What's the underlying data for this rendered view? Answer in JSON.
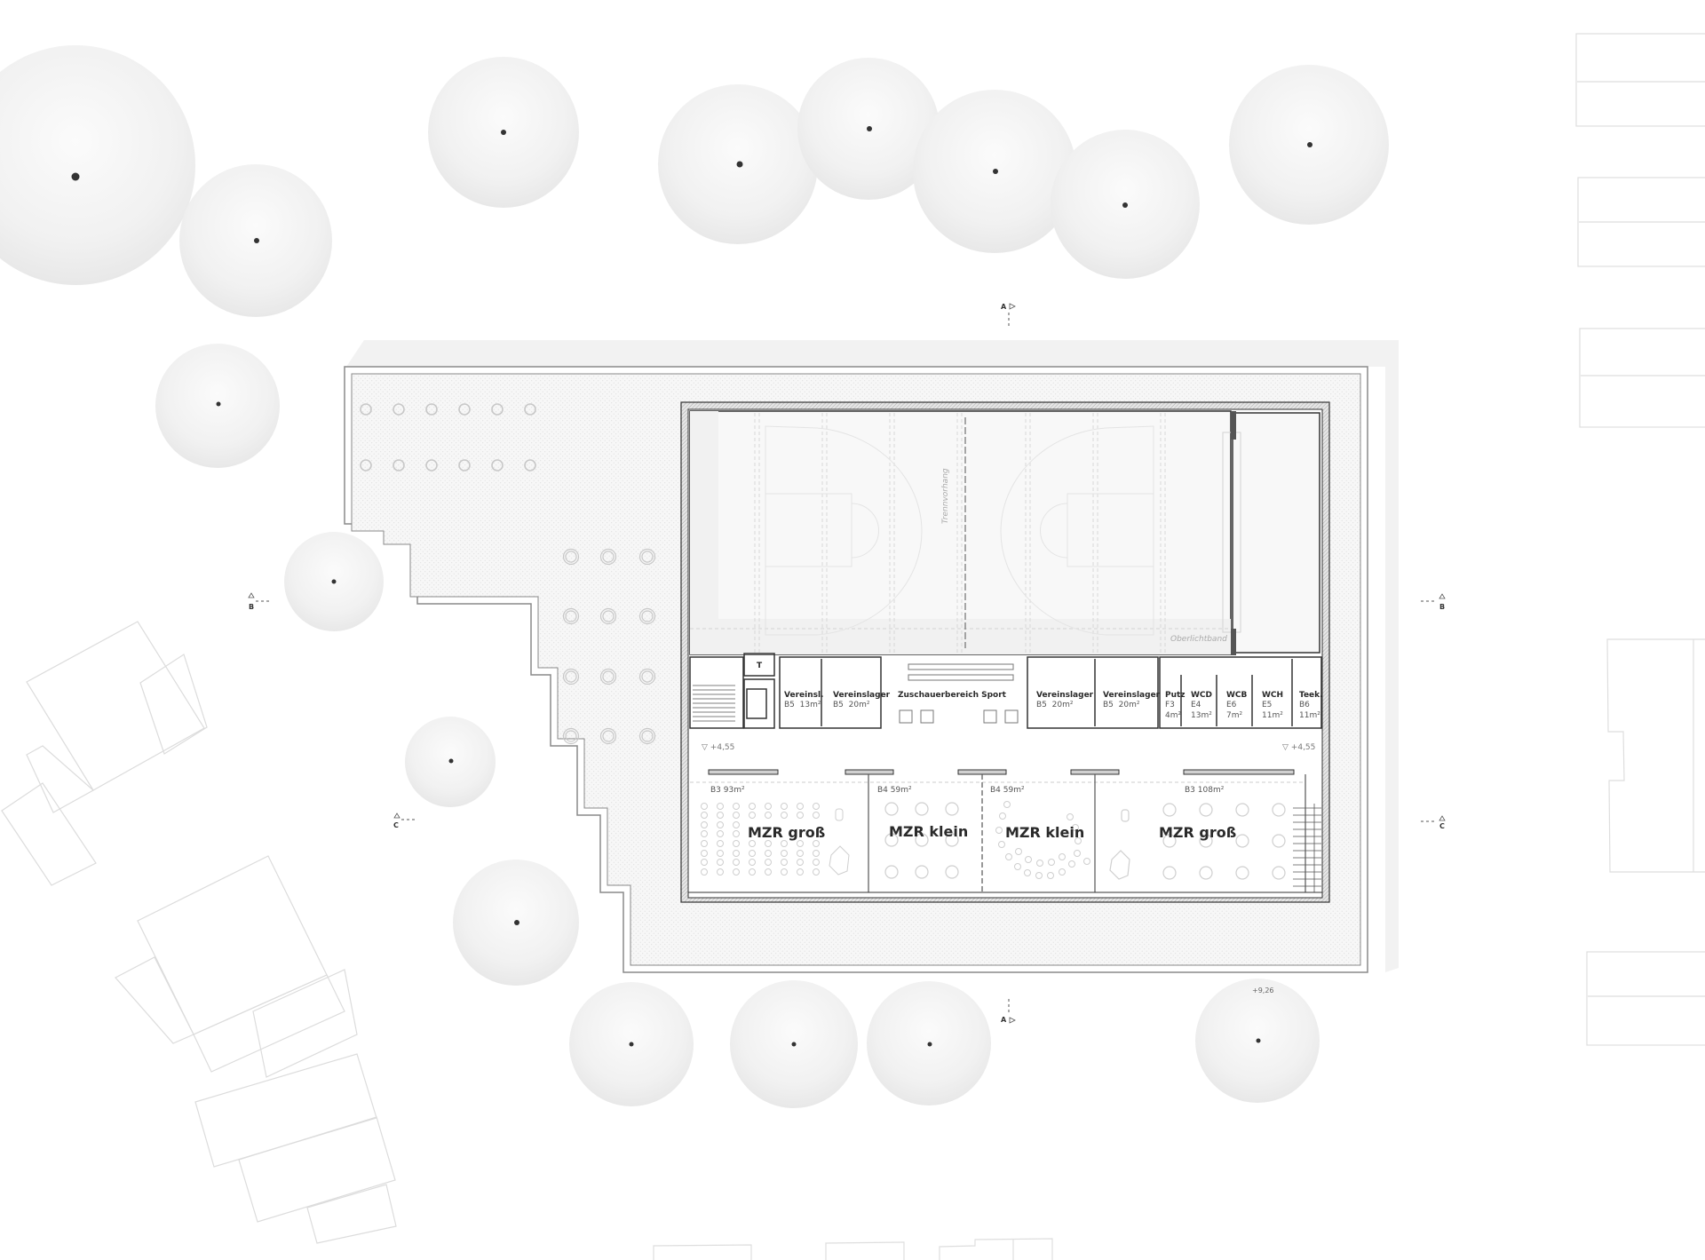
{
  "drawing": {
    "type": "architectural floor plan",
    "level_marks": [
      "+4,55",
      "+4,55"
    ],
    "spot_height": "+9,26",
    "section_marks": [
      {
        "label": "A",
        "position": "top"
      },
      {
        "label": "A",
        "position": "bottom"
      },
      {
        "label": "B",
        "position": "left"
      },
      {
        "label": "B",
        "position": "right"
      },
      {
        "label": "C",
        "position": "left"
      },
      {
        "label": "C",
        "position": "right"
      }
    ]
  },
  "hall": {
    "curtain_label": "Trennvorhang",
    "skylight_label": "Oberlichtband"
  },
  "service_rooms": [
    {
      "name": "T",
      "code": "",
      "area": ""
    },
    {
      "name": "Vereinsl.",
      "code": "B5",
      "area": "13m²"
    },
    {
      "name": "Vereinslager",
      "code": "B5",
      "area": "20m²"
    },
    {
      "name": "Zuschauerbereich Sport",
      "code": "",
      "area": ""
    },
    {
      "name": "Vereinslager",
      "code": "B5",
      "area": "20m²"
    },
    {
      "name": "Vereinslager",
      "code": "B5",
      "area": "20m²"
    },
    {
      "name": "Putz",
      "code": "F3",
      "area": "4m²"
    },
    {
      "name": "WCD",
      "code": "E4",
      "area": "13m²"
    },
    {
      "name": "WCB",
      "code": "E6",
      "area": "7m²"
    },
    {
      "name": "WCH",
      "code": "E5",
      "area": "11m²"
    },
    {
      "name": "Teek.",
      "code": "B6",
      "area": "11m²"
    }
  ],
  "multipurpose_rooms": [
    {
      "name": "MZR groß",
      "code": "B3",
      "area": "93m²",
      "tag": "B3  93m²"
    },
    {
      "name": "MZR klein",
      "code": "B4",
      "area": "59m²",
      "tag": "B4  59m²"
    },
    {
      "name": "MZR klein",
      "code": "B4",
      "area": "59m²",
      "tag": "B4  59m²"
    },
    {
      "name": "MZR groß",
      "code": "B3",
      "area": "108m²",
      "tag": "B3  108m²"
    }
  ],
  "colors": {
    "wall": "#3a3a3a",
    "wall_hatch": "#cfcfcf",
    "terrace": "#f4f4f4",
    "hall_floor": "#f7f7f7",
    "tree": "#efefef",
    "context_lines": "#dedede"
  }
}
